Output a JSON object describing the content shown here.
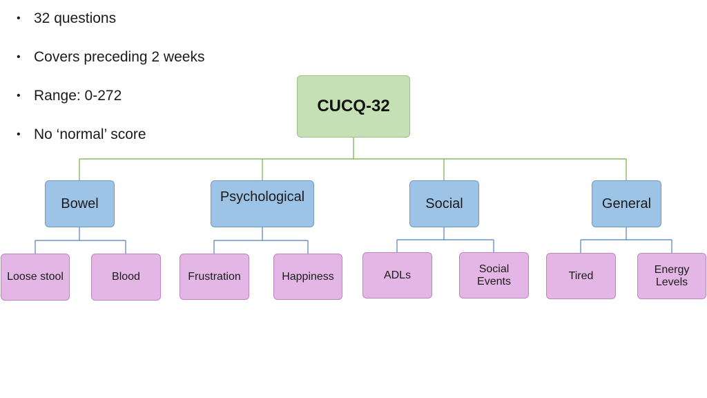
{
  "bullets": [
    "32 questions",
    "Covers preceding 2 weeks",
    "Range: 0-272",
    "No ‘normal’ score"
  ],
  "diagram": {
    "root": "CUCQ-32",
    "domains": [
      {
        "label": "Bowel",
        "children": [
          "Loose stool",
          "Blood"
        ]
      },
      {
        "label": "Psychological",
        "children": [
          "Frustration",
          "Happiness"
        ]
      },
      {
        "label": "Social",
        "children": [
          "ADLs",
          "Social Events"
        ]
      },
      {
        "label": "General",
        "children": [
          "Tired",
          "Energy Levels"
        ]
      }
    ]
  },
  "colors": {
    "root_fill": "#c5e0b4",
    "domain_fill": "#9dc3e6",
    "leaf_fill": "#e4b6e6",
    "root_connector": "#70ad47",
    "domain_connector": "#4a7ebb"
  }
}
